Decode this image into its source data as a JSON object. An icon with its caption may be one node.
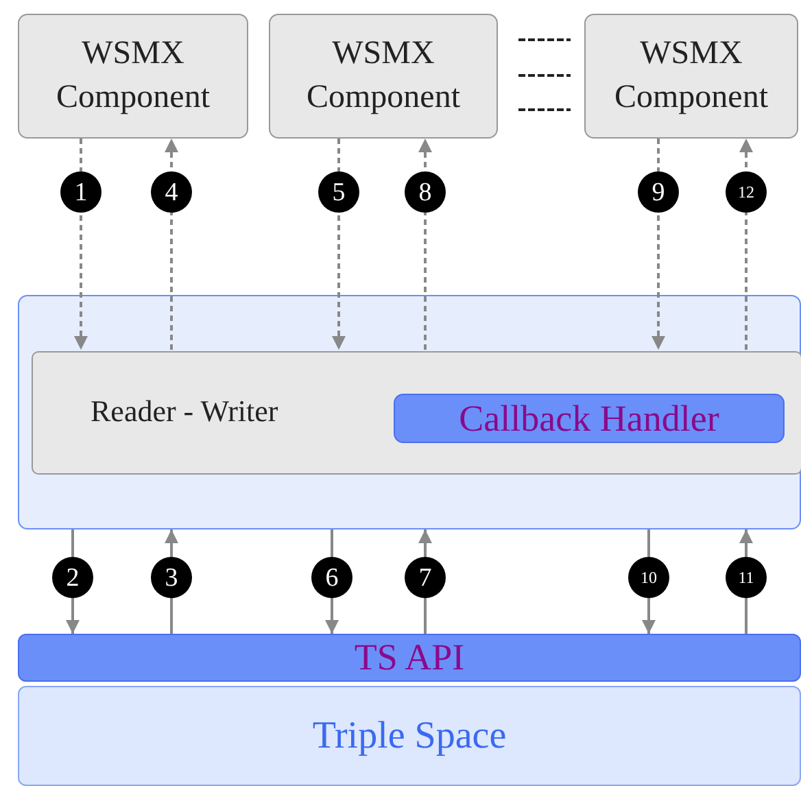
{
  "diagram": {
    "nodes": [
      {
        "text": [
          "WSMX Component"
        ]
      },
      {
        "text": [
          "WSMX Component"
        ]
      },
      {
        "text": [
          "WSMX Component"
        ]
      },
      {
        "text": [],
        "shape": "box"
      },
      {
        "text": [
          "Reader - Writer"
        ],
        "in": 3
      },
      {
        "text": [
          "Callback Handler"
        ],
        "in": 4
      },
      {
        "text": [
          "TS API"
        ]
      },
      {
        "text": [
          "Triple Space"
        ]
      }
    ],
    "edges": [
      {
        "from": 0,
        "to": 4,
        "arrow": "to",
        "label": "1",
        "style": "dashed"
      },
      {
        "from": 3,
        "to": 6,
        "arrow": "to",
        "label": "2"
      },
      {
        "from": 6,
        "to": 3,
        "arrow": "to",
        "label": "3"
      },
      {
        "from": 4,
        "to": 0,
        "arrow": "to",
        "label": "4",
        "style": "dashed"
      },
      {
        "from": 1,
        "to": 4,
        "arrow": "to",
        "label": "5",
        "style": "dashed"
      },
      {
        "from": 3,
        "to": 6,
        "arrow": "to",
        "label": "6"
      },
      {
        "from": 6,
        "to": 3,
        "arrow": "to",
        "label": "7"
      },
      {
        "from": 4,
        "to": 1,
        "arrow": "to",
        "label": "8",
        "style": "dashed"
      },
      {
        "from": 2,
        "to": 4,
        "arrow": "to",
        "label": "9",
        "style": "dashed"
      },
      {
        "from": 3,
        "to": 6,
        "arrow": "to",
        "label": "10"
      },
      {
        "from": 6,
        "to": 3,
        "arrow": "to",
        "label": "11"
      },
      {
        "from": 4,
        "to": 2,
        "arrow": "to",
        "label": "12",
        "style": "dashed"
      }
    ]
  }
}
